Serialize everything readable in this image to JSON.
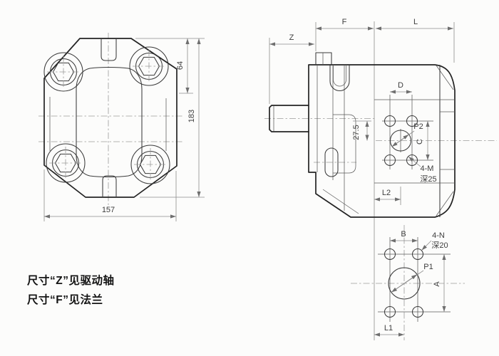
{
  "front_view": {
    "dim_64": "64",
    "dim_183": "183",
    "dim_157": "157"
  },
  "side_view": {
    "dim_z": "Z",
    "dim_f": "F",
    "dim_l": "L",
    "dim_d": "D",
    "dim_27_5": "27.5",
    "label_p2": "P2",
    "dim_c": "C",
    "note_4m": "4-M",
    "note_depth25": "深25",
    "dim_l2": "L2"
  },
  "port_view": {
    "dim_b": "B",
    "note_4n": "4-N",
    "note_depth20": "深20",
    "label_p1": "P1",
    "dim_a": "A",
    "dim_l1": "L1"
  },
  "notes": {
    "line1": "尺寸“Z”见驱动轴",
    "line2": "尺寸“F”见法兰"
  }
}
